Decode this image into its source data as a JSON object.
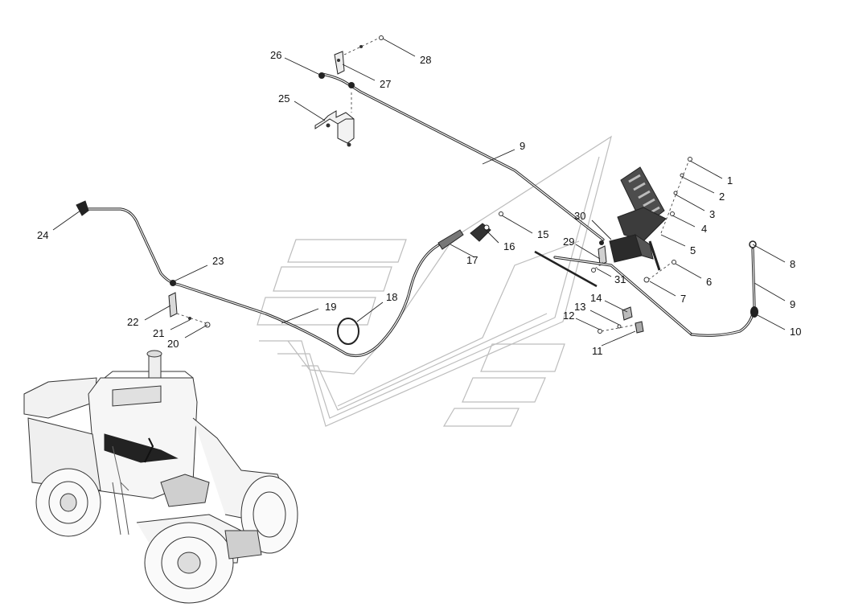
{
  "callouts": [
    {
      "label": "1"
    },
    {
      "label": "2"
    },
    {
      "label": "3"
    },
    {
      "label": "4"
    },
    {
      "label": "5"
    },
    {
      "label": "6"
    },
    {
      "label": "7"
    },
    {
      "label": "8"
    },
    {
      "label": "9"
    },
    {
      "label": "9"
    },
    {
      "label": "10"
    },
    {
      "label": "11"
    },
    {
      "label": "12"
    },
    {
      "label": "13"
    },
    {
      "label": "14"
    },
    {
      "label": "15"
    },
    {
      "label": "16"
    },
    {
      "label": "17"
    },
    {
      "label": "18"
    },
    {
      "label": "19"
    },
    {
      "label": "20"
    },
    {
      "label": "21"
    },
    {
      "label": "22"
    },
    {
      "label": "23"
    },
    {
      "label": "24"
    },
    {
      "label": "25"
    },
    {
      "label": "26"
    },
    {
      "label": "27"
    },
    {
      "label": "28"
    },
    {
      "label": "29"
    },
    {
      "label": "30"
    },
    {
      "label": "31"
    }
  ],
  "colors": {
    "line": "#222222",
    "watermark": "#bdbdbd",
    "pedal_fill": "#555555",
    "tractor_line": "#333333"
  },
  "icons": {
    "watermark": "kirovets-logo-icon",
    "tractor": "tractor-illustration-icon",
    "pedal": "accelerator-pedal-icon",
    "bracket": "mounting-bracket-icon"
  }
}
